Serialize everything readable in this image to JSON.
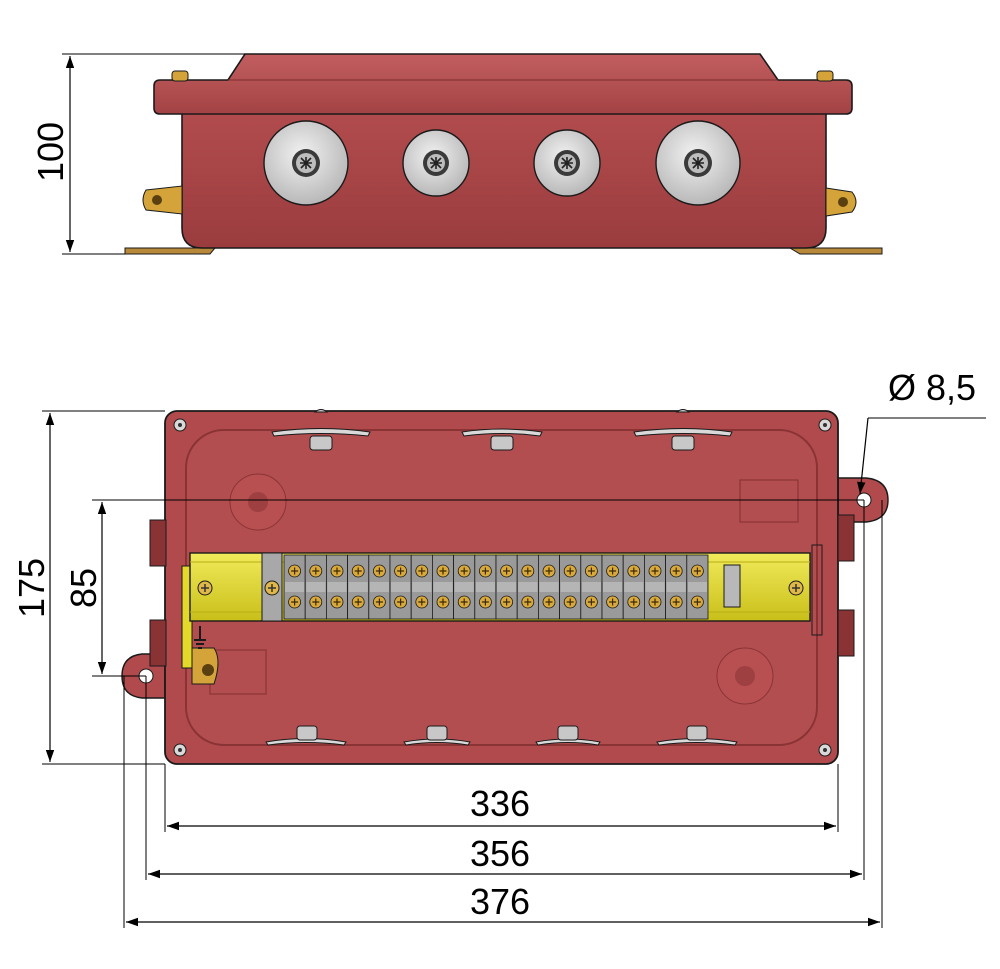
{
  "dimensions": {
    "height_side": "100",
    "depth_total": "175",
    "mount_spacing_vertical": "85",
    "hole_diameter": "Ø 8,5",
    "width_body": "336",
    "width_mount_holes": "356",
    "width_overall": "376"
  },
  "colors": {
    "enclosure": "#b04a4c",
    "enclosure_dark": "#8e3436",
    "enclosure_light": "#c25e60",
    "gland": "#d6d6d6",
    "brass": "#d4a43a",
    "din_rail": "#e2d92a",
    "terminal": "#9a9a9a",
    "line": "#000000"
  },
  "icons": {
    "gland": "cable-gland-icon",
    "screw": "screw-icon",
    "terminal_block": "terminal-block-icon",
    "ground": "ground-symbol-icon"
  }
}
